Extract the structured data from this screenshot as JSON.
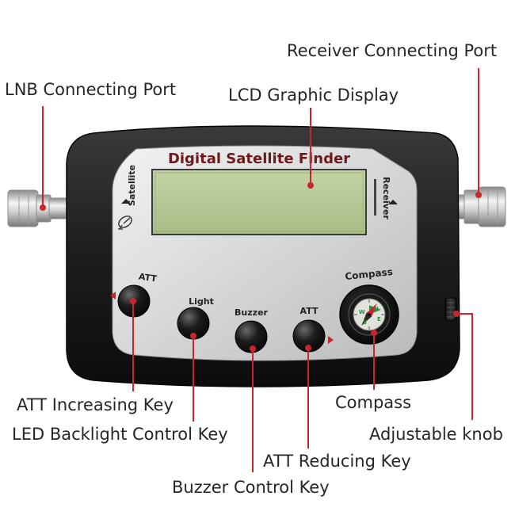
{
  "device": {
    "brand_title": "Digital Satellite Finder",
    "satellite_label": "Satellite",
    "receiver_label": "Receiver",
    "compass_label": "Compass",
    "keys": {
      "att_left": "ATT",
      "light": "Light",
      "buzzer": "Buzzer",
      "att_right": "ATT"
    },
    "compass_letters": {
      "n": "N",
      "e": "E",
      "s": "S",
      "w": "W"
    }
  },
  "callouts": {
    "receiver_port": "Receiver Connecting Port",
    "lnb_port": "LNB Connecting Port",
    "lcd_display": "LCD Graphic Display",
    "att_increasing": "ATT Increasing Key",
    "led_backlight": "LED Backlight Control Key",
    "compass": "Compass",
    "adjustable_knob": "Adjustable knob",
    "att_reducing": "ATT Reducing Key",
    "buzzer_key": "Buzzer Control Key"
  },
  "colors": {
    "callout_line": "#c8262c",
    "callout_dot": "#c8262c",
    "body": "#1e1e1e",
    "faceplate": "#d9dadb",
    "lcd": "#b4c793",
    "title_text": "#6e1a1a",
    "callout_text": "#262626"
  }
}
